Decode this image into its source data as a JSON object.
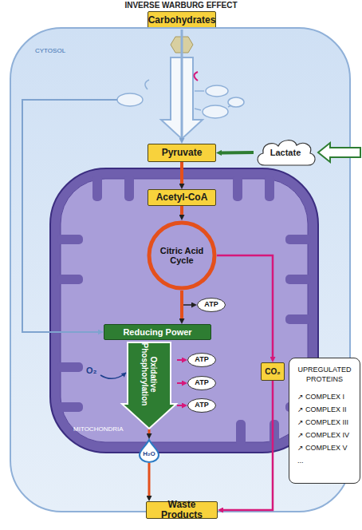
{
  "diagram": {
    "title": "INVERSE WARBURG EFFECT",
    "nodes": [
      {
        "text": [
          "Carbohydrates"
        ]
      },
      {
        "text": [
          "CYTOSOL"
        ]
      },
      {
        "text": [
          "Pyruvate"
        ],
        "in": 1
      },
      {
        "text": [
          "Lactate"
        ],
        "in": 1
      },
      {
        "text": [
          "MITOCHONDRIA"
        ],
        "in": 1
      },
      {
        "text": [
          "Acetyl-CoA"
        ],
        "in": 4
      },
      {
        "text": [
          "Citric Acid Cycle"
        ],
        "in": 4
      },
      {
        "text": [
          "ATP"
        ],
        "in": 4
      },
      {
        "text": [
          "CO₂"
        ],
        "in": 4
      },
      {
        "text": [
          "Reducing Power"
        ],
        "in": 4
      },
      {
        "text": [
          "Oxidative Phosphorylation"
        ],
        "in": 4
      },
      {
        "text": [
          "ATP"
        ],
        "in": 4
      },
      {
        "text": [
          "ATP"
        ],
        "in": 4
      },
      {
        "text": [
          "ATP"
        ],
        "in": 4
      },
      {
        "text": [
          "H₂O"
        ],
        "in": 4
      },
      {
        "text": [
          "Waste Products"
        ]
      },
      {
        "text": [
          "UPREGULATED PROTEINS",
          "↗ COMPLEX I",
          "↗ COMPLEX II",
          "↗ COMPLEX III",
          "↗ COMPLEX IV",
          "↗ COMPLEX V",
          "..."
        ]
      }
    ],
    "edges": [
      {
        "from": 0,
        "to": 2,
        "arrow": "to"
      },
      {
        "from": 3,
        "to": 2,
        "arrow": "to"
      },
      {
        "from": 2,
        "to": 5,
        "arrow": "to"
      },
      {
        "from": 5,
        "to": 6,
        "arrow": "to"
      },
      {
        "from": 6,
        "to": 7,
        "arrow": "to"
      },
      {
        "from": 6,
        "to": 9,
        "arrow": "to"
      },
      {
        "from": 6,
        "to": 8,
        "arrow": "to"
      },
      {
        "from": 8,
        "to": 15,
        "arrow": "to"
      },
      {
        "from": 10,
        "to": 11,
        "arrow": "to"
      },
      {
        "from": 10,
        "to": 12,
        "arrow": "to"
      },
      {
        "from": 10,
        "to": 13,
        "arrow": "to"
      },
      {
        "from": 10,
        "to": 14,
        "arrow": "to"
      },
      {
        "from": 14,
        "to": 15,
        "arrow": "to"
      }
    ],
    "labels": [
      "O₂"
    ]
  }
}
